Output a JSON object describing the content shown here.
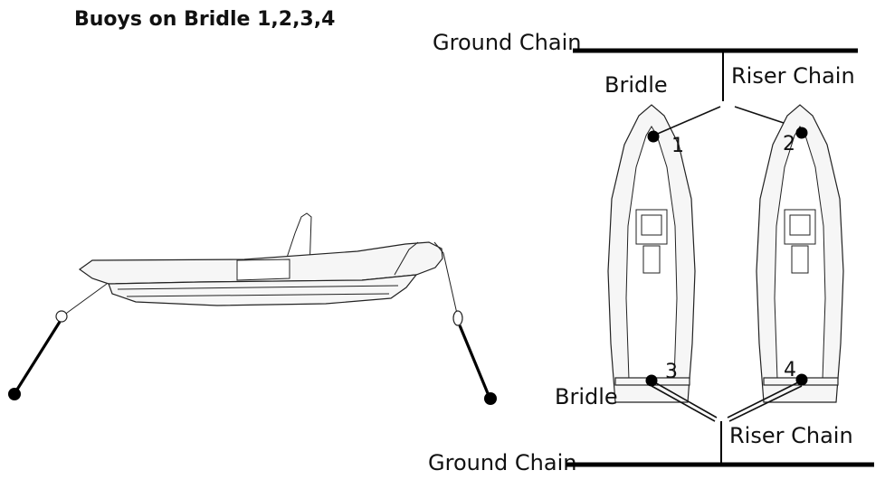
{
  "title": "Buoys on Bridle 1,2,3,4",
  "labels": {
    "ground_chain_top": "Ground Chain",
    "riser_chain_top": "Riser Chain",
    "bridle_top": "Bridle",
    "bridle_bottom": "Bridle",
    "riser_chain_bottom": "Riser Chain",
    "ground_chain_bottom": "Ground Chain"
  },
  "buoys": [
    "1",
    "2",
    "3",
    "4"
  ],
  "colors": {
    "line": "#000000",
    "hull_fill": "#f6f6f6",
    "background": "#ffffff"
  }
}
